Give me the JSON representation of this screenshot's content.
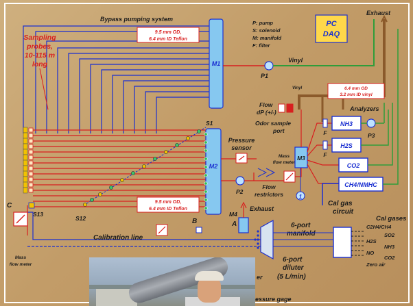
{
  "labels": {
    "bypass": "Bypass pumping system",
    "pipe_od_top_1": "9.5 mm OD,",
    "pipe_od_top_2": "6.4 mm ID Teflon",
    "pipe_od_bot_1": "9.5 mm OD,",
    "pipe_od_bot_2": "6.4 mm ID Teflon",
    "probes_1": "Sampling",
    "probes_2": "probes,",
    "probes_3": "10-115 m",
    "probes_4": "long",
    "legend_p": "P: pump",
    "legend_s": "S: solenoid",
    "legend_m": "M: manifold",
    "legend_f": "F: filter",
    "pc_1": "PC",
    "pc_2": "DAQ",
    "exhaust_top": "Exhaust",
    "vinyl_1": "Vinyl",
    "vinyl_2": "Vinyl",
    "vinyl_note_1": "6.4 mm OD",
    "vinyl_note_2": "3.2 mm ID vinyl",
    "m1": "M1",
    "m2": "M2",
    "m3": "M3",
    "m4": "M4",
    "p1": "P1",
    "p2": "P2",
    "p3": "P3",
    "s1": "S1",
    "s12": "S12",
    "s13": "S13",
    "c_label": "C",
    "a_label": "A",
    "b_label": "B",
    "f1": "F",
    "f2": "F",
    "flow_1": "Flow",
    "flow_2": "dP (+/-)",
    "odor_1": "Odor sample",
    "odor_2": "port",
    "pressure_1": "Pressure",
    "pressure_2": "sensor",
    "mfm_1": "Mass",
    "mfm_2": "flow meter",
    "mfm_left_1": "Mass",
    "mfm_left_2": "flow meter",
    "restrict_1": "Flow",
    "restrict_2": "restrictors",
    "circle_1": "1",
    "exhaust_mid": "Exhaust",
    "analyzers": "Analyzers",
    "an_nh3": "NH3",
    "an_h2s": "H2S",
    "an_co2": "CO2",
    "an_ch4": "CH4/NMHC",
    "cal_gas_1": "Cal gas",
    "cal_gas_2": "circuit",
    "cal_gases": "Cal gases",
    "gas_1": "C2H4/CH4",
    "gas_2": "SO2",
    "gas_3": "H2S",
    "gas_4": "NH3",
    "gas_5": "NO",
    "gas_6": "CO2",
    "gas_7": "Zero air",
    "cal_line": "Calibration line",
    "manifold_6_1": "6-port",
    "manifold_6_2": "manifold",
    "diluter_1": "6-port",
    "diluter_2": "diluter",
    "diluter_3": "(5 L/min)",
    "photo_partial": "er",
    "pressure_gage": "essure gage"
  }
}
